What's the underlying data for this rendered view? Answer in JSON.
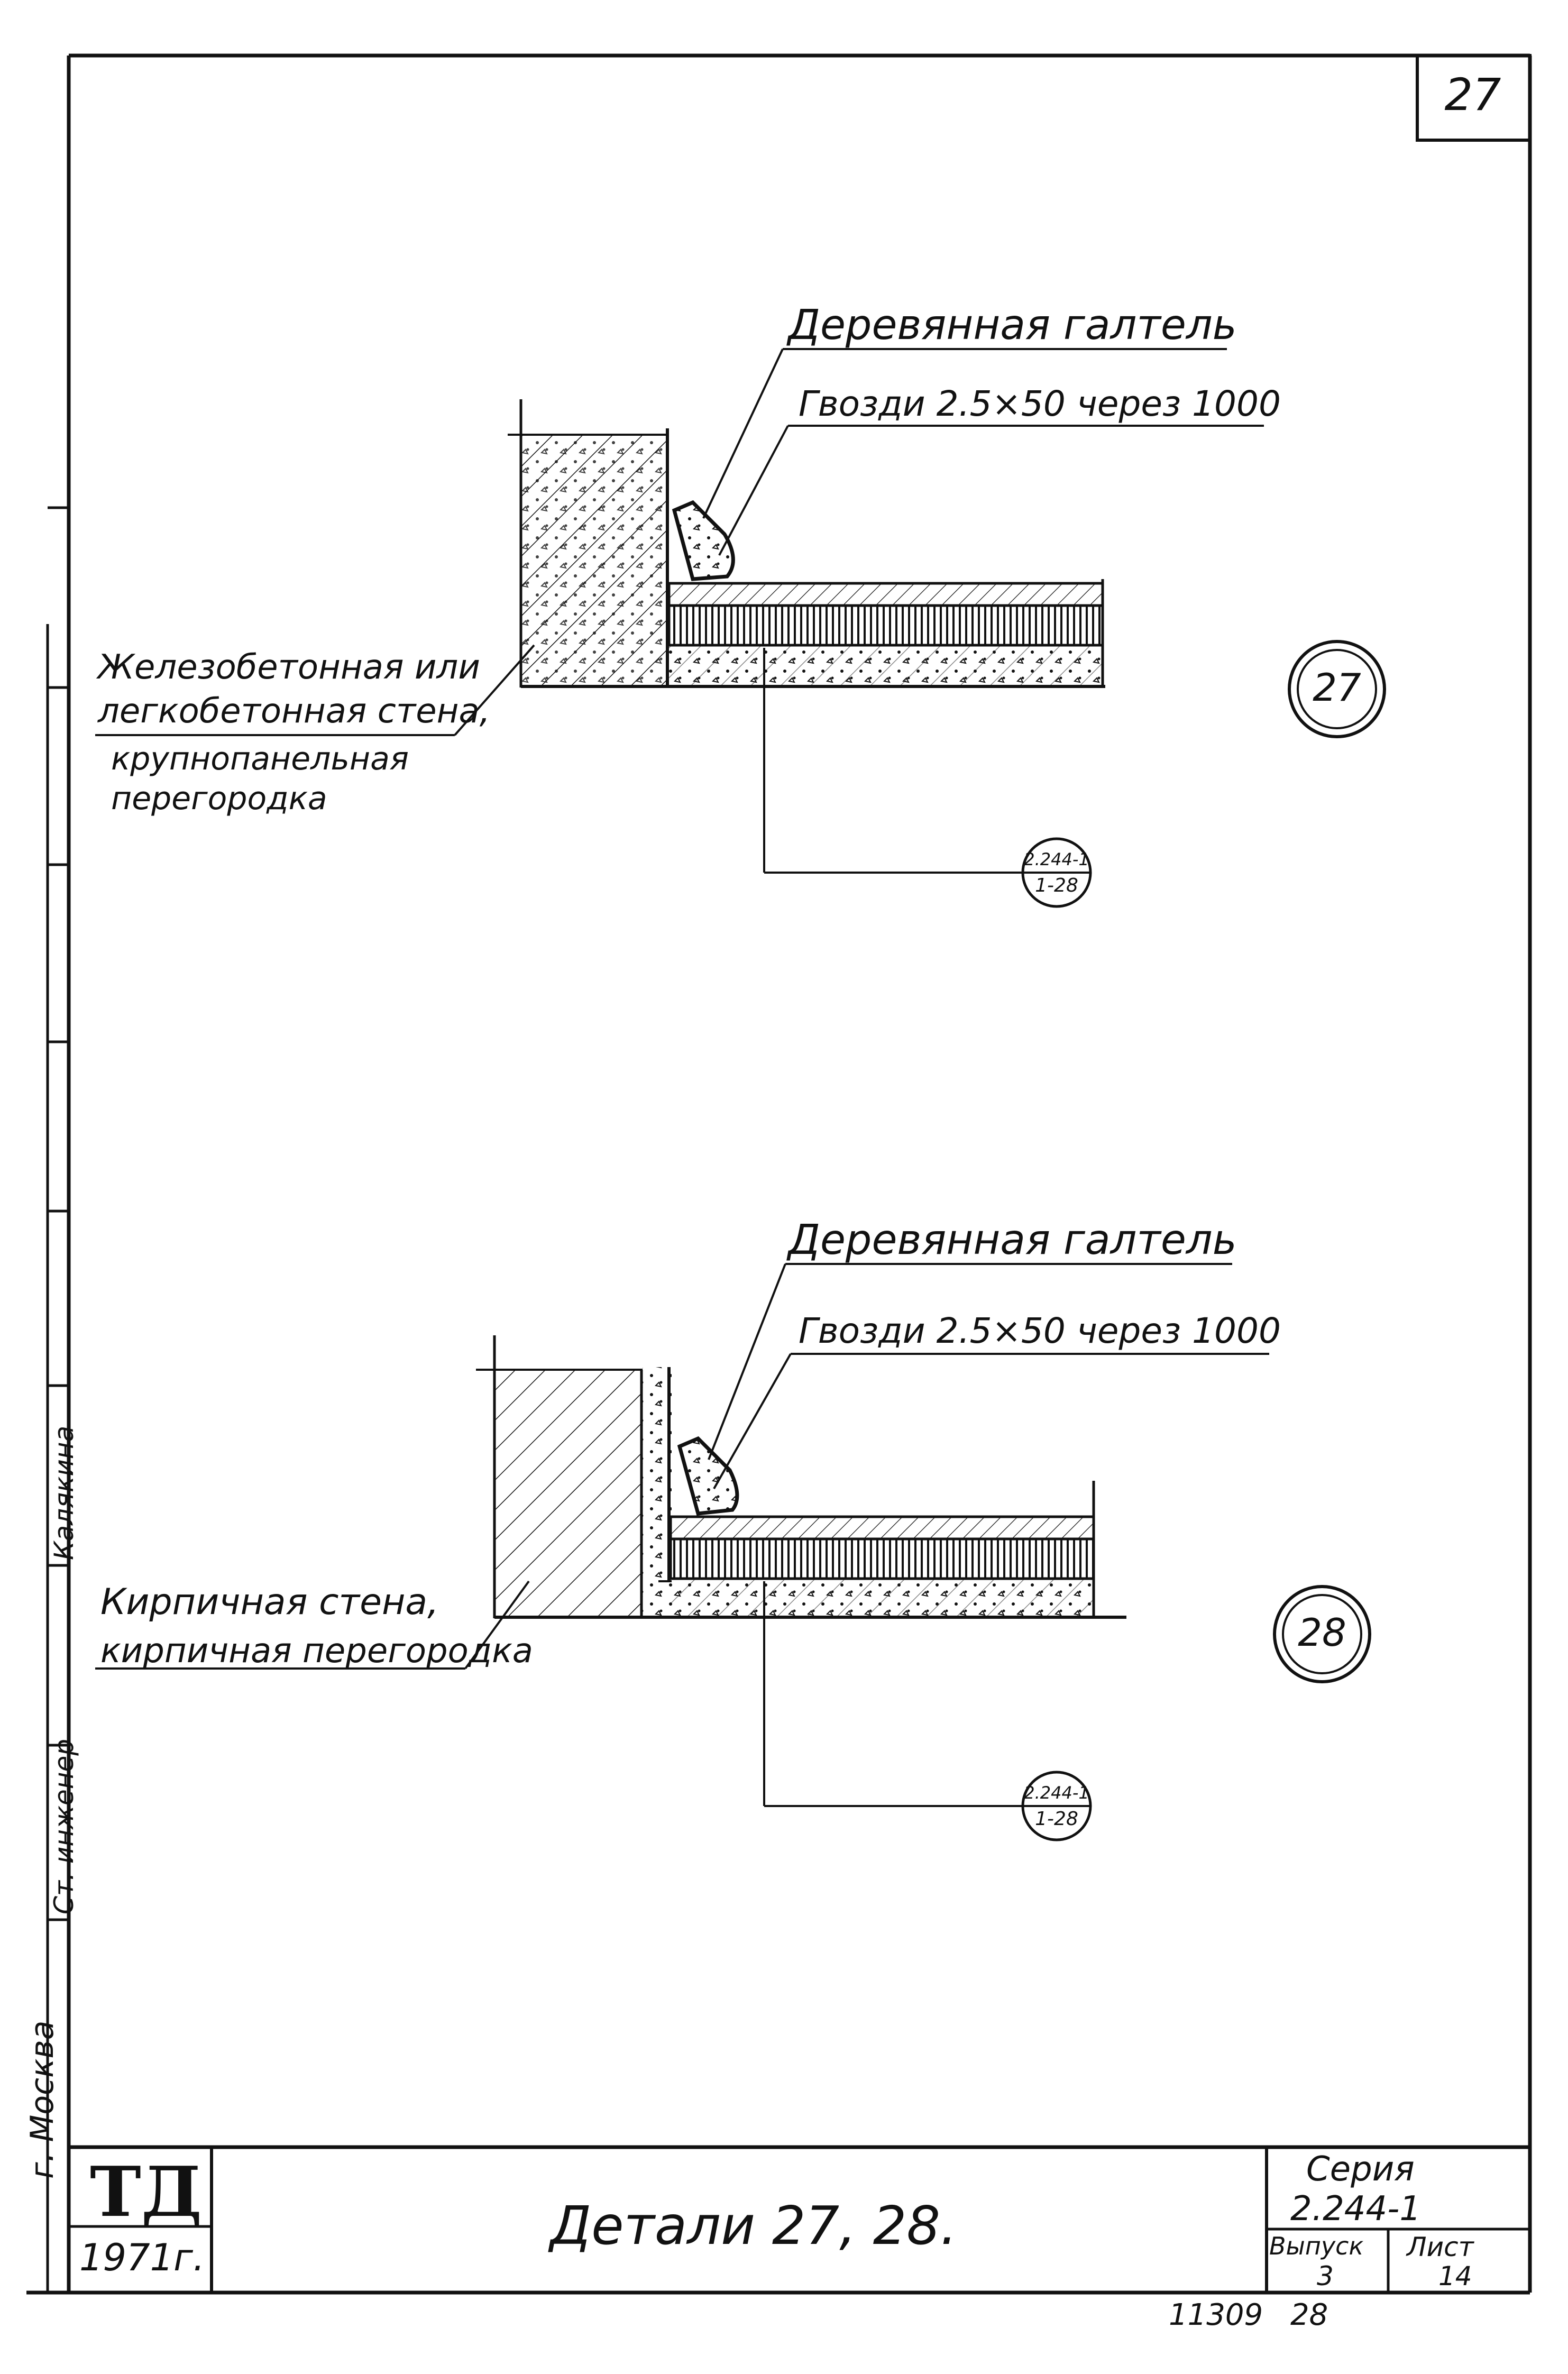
{
  "sheet": {
    "page_number": "27",
    "title": "Детали 27, 28.",
    "org_logo": "ТД",
    "year": "1971г.",
    "city": "г. Москва",
    "series_label": "Серия",
    "series_value": "2.244-1",
    "issue_label": "Выпуск",
    "issue_value": "3",
    "sheet_label": "Лист",
    "sheet_value": "14",
    "footer_code": "11309",
    "footer_num": "28",
    "side_stamp_role": "Ст. инженер",
    "side_stamp_name": "Калякина"
  },
  "detail_27": {
    "label_top": "Деревянная галтель",
    "label_nails": "Гвозди 2.5×50 через 1000",
    "wall_label_1": "Железобетонная или",
    "wall_label_2": "легкобетонная стена,",
    "wall_label_3": "крупнопанельная",
    "wall_label_4": "перегородка",
    "circle_number": "27",
    "ref_top": "2.244-1",
    "ref_bottom": "1-28"
  },
  "detail_28": {
    "label_top": "Деревянная галтель",
    "label_nails": "Гвозди 2.5×50 через 1000",
    "wall_label_1": "Кирпичная стена,",
    "wall_label_2": "кирпичная перегородка",
    "circle_number": "28",
    "ref_top": "2.244-1",
    "ref_bottom": "1-28"
  }
}
